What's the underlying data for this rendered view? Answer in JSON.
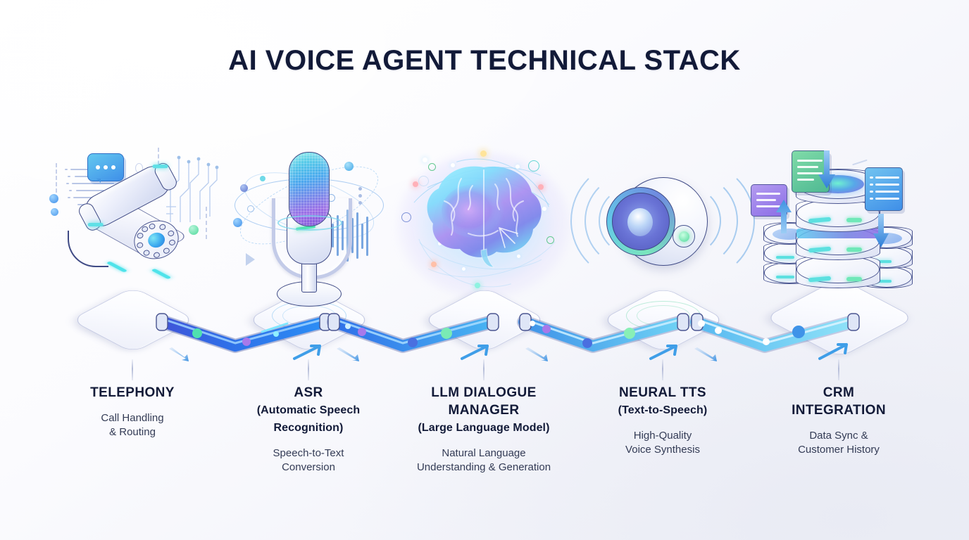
{
  "page": {
    "title": "AI VOICE AGENT TECHNICAL STACK",
    "background_top": "#ffffff",
    "background_bottom": "#eef0f7",
    "title_color": "#121a38",
    "accent_blue": "#3f8fe8",
    "accent_cyan": "#4fe3ea",
    "accent_purple": "#8a6ce6",
    "accent_green": "#4fd99b"
  },
  "stages": [
    {
      "id": "telephony",
      "icon": "rotary-telephone-icon",
      "title": "TELEPHONY",
      "subtitle": "",
      "desc_line1": "Call Handling",
      "desc_line2": "& Routing"
    },
    {
      "id": "asr",
      "icon": "studio-microphone-icon",
      "title": "ASR",
      "subtitle": "(Automatic Speech Recognition)",
      "desc_line1": "Speech-to-Text",
      "desc_line2": "Conversion"
    },
    {
      "id": "llm",
      "icon": "glowing-brain-icon",
      "title": "LLM DIALOGUE MANAGER",
      "subtitle": "(Large Language Model)",
      "desc_line1": "Natural Language",
      "desc_line2": "Understanding & Generation"
    },
    {
      "id": "tts",
      "icon": "speaker-sphere-icon",
      "title": "NEURAL TTS",
      "subtitle": "(Text-to-Speech)",
      "desc_line1": "High-Quality",
      "desc_line2": "Voice Synthesis"
    },
    {
      "id": "crm",
      "icon": "database-stack-icon",
      "title": "CRM INTEGRATION",
      "subtitle": "",
      "desc_line1": "Data Sync &",
      "desc_line2": "Customer History"
    }
  ],
  "connectors": [
    {
      "id": "pipe-telephony-asr",
      "from": "telephony",
      "to": "asr",
      "icon": "flow-pipe-icon"
    },
    {
      "id": "pipe-asr-llm",
      "from": "asr",
      "to": "llm",
      "icon": "flow-pipe-icon"
    },
    {
      "id": "pipe-llm-tts",
      "from": "llm",
      "to": "tts",
      "icon": "flow-pipe-icon"
    },
    {
      "id": "pipe-tts-crm",
      "from": "tts",
      "to": "crm",
      "icon": "flow-pipe-icon"
    }
  ]
}
